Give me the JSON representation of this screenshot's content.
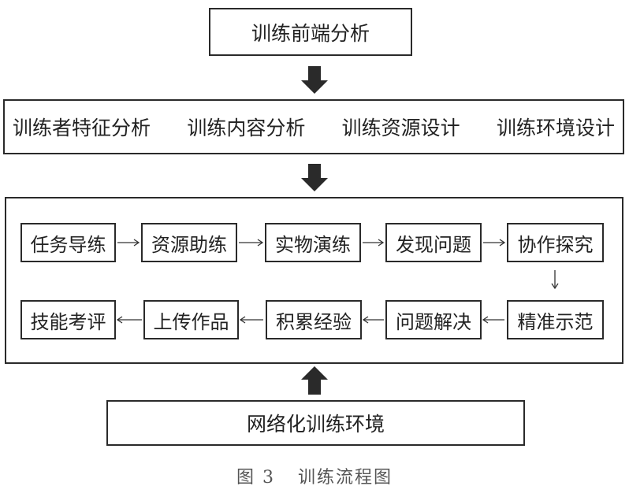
{
  "top": "训练前端分析",
  "analysis": [
    "训练者特征分析",
    "训练内容分析",
    "训练资源设计",
    "训练环境设计"
  ],
  "row1": [
    "任务导练",
    "资源助练",
    "实物演练",
    "发现问题",
    "协作探究"
  ],
  "row2": [
    "技能考评",
    "上传作品",
    "积累经验",
    "问题解决",
    "精准示范"
  ],
  "bottom": "网络化训练环境",
  "caption": {
    "number": "图 3",
    "title": "训练流程图"
  }
}
